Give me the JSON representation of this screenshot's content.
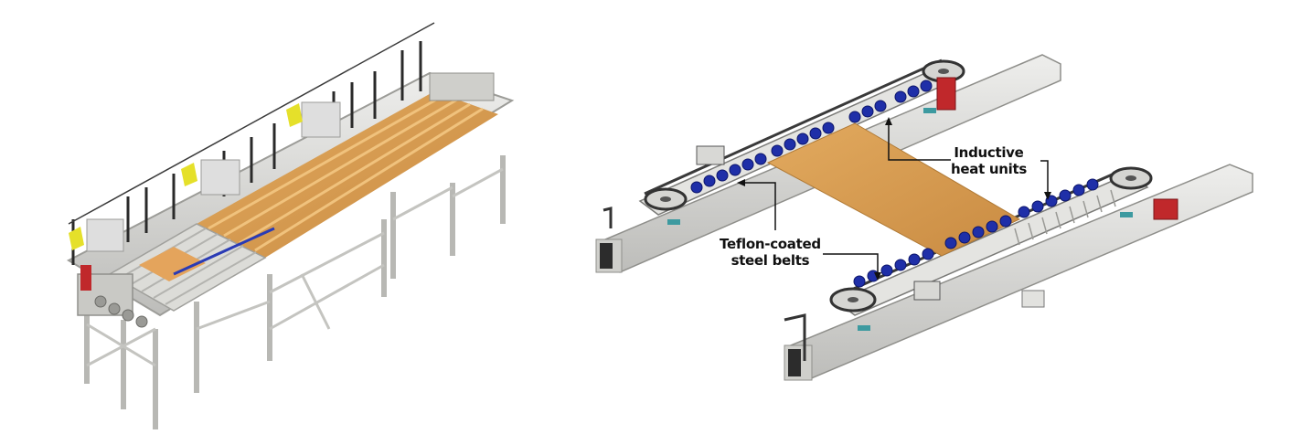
{
  "callouts": {
    "heat_units": {
      "line1": "Inductive",
      "line2": "heat units"
    },
    "belts": {
      "line1": "Teflon-coated",
      "line2": "steel belts"
    }
  },
  "colors": {
    "frame_steel": "#d9d9d6",
    "frame_shadow": "#a9a9a6",
    "wood_panel": "#d9a055",
    "wood_stripe": "#e8b86d",
    "blue_units": "#1f2fa8",
    "red_motor": "#c0282b",
    "yellow_guard": "#e5e02a",
    "teal_bracket": "#3d9aa0",
    "belt_dark": "#3a3a3a"
  }
}
